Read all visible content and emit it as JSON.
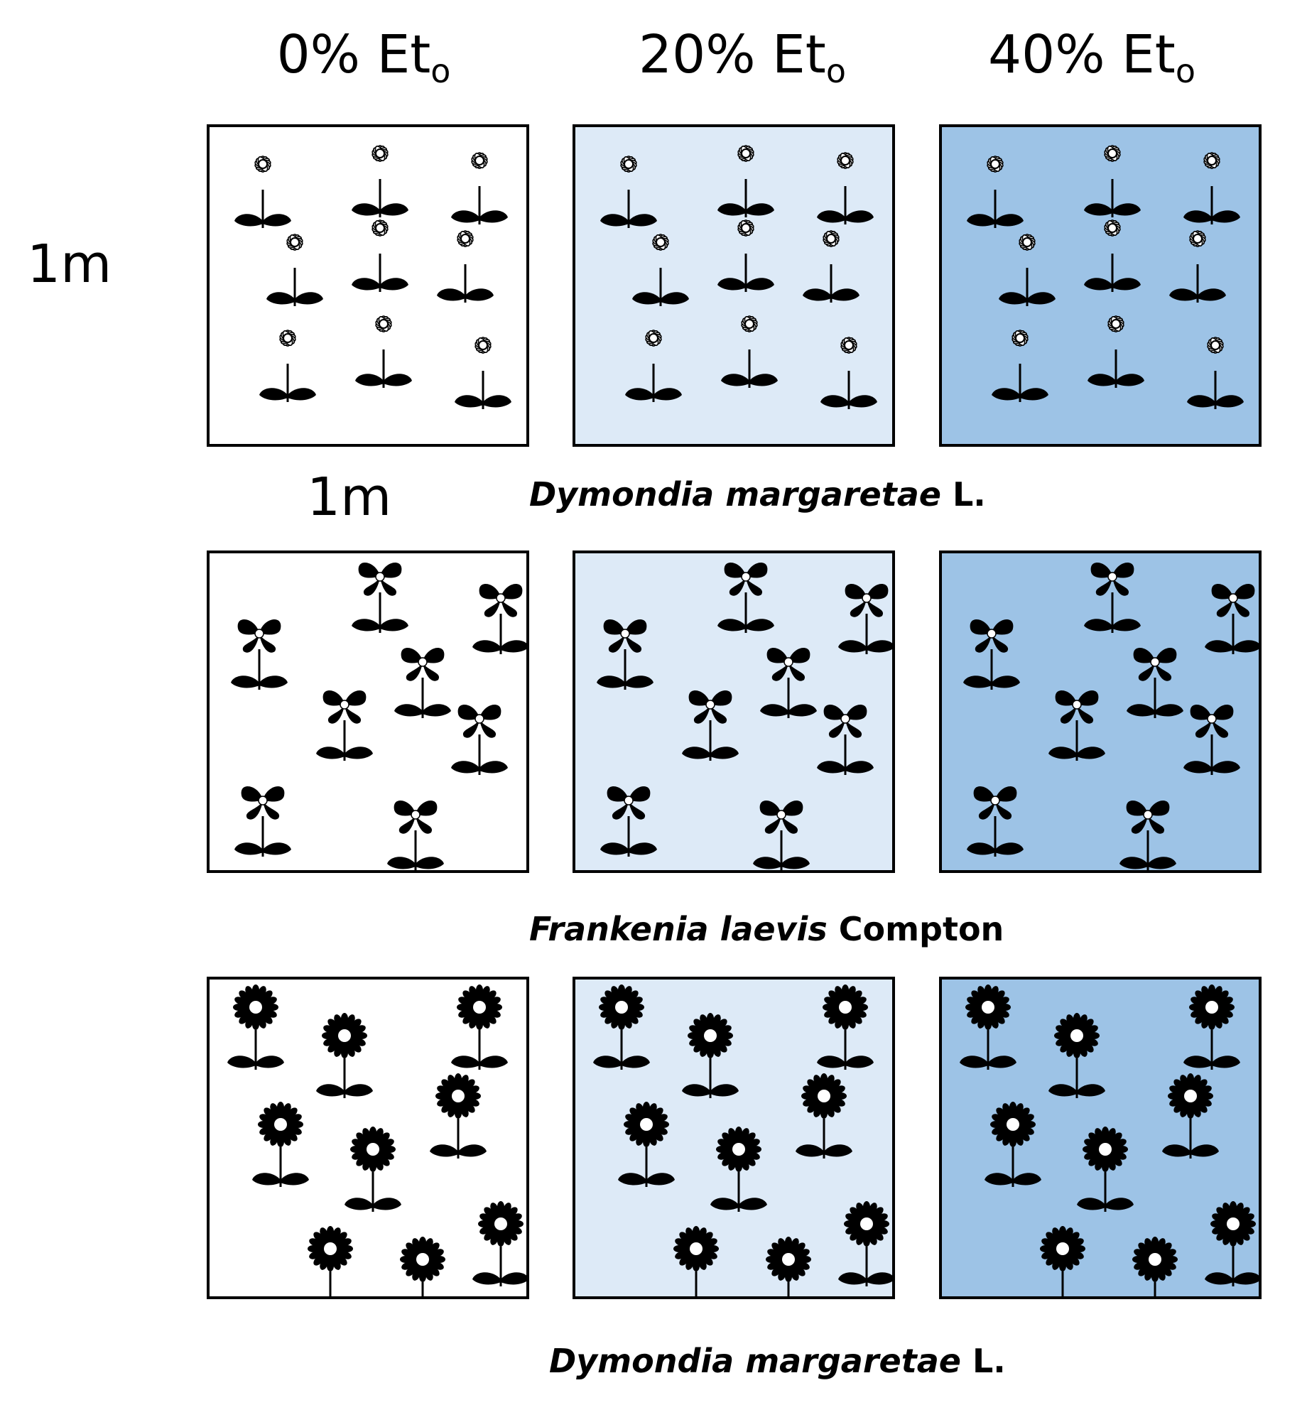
{
  "columns": [
    {
      "label": "0% Et",
      "subscript": "o",
      "fill": "#ffffff"
    },
    {
      "label": "20% Et",
      "subscript": "o",
      "fill": "#ddeaf7"
    },
    {
      "label": "40% Et",
      "subscript": "o",
      "fill": "#9dc3e6"
    }
  ],
  "dimensions": {
    "height_label": "1m",
    "width_label": "1m"
  },
  "rows": [
    {
      "species_italic": "Dymondia margaretae",
      "species_author": "L.",
      "plant_icon": "white-daisy-icon",
      "plants_per_plot": 9
    },
    {
      "species_italic": "Frankenia laevis",
      "species_author": "Compton",
      "plant_icon": "butterfly-flower-icon",
      "plants_per_plot": 8
    },
    {
      "species_italic": "Dymondia margaretae",
      "species_author": "L.",
      "plant_icon": "black-sunflower-icon",
      "plants_per_plot": 9
    }
  ]
}
